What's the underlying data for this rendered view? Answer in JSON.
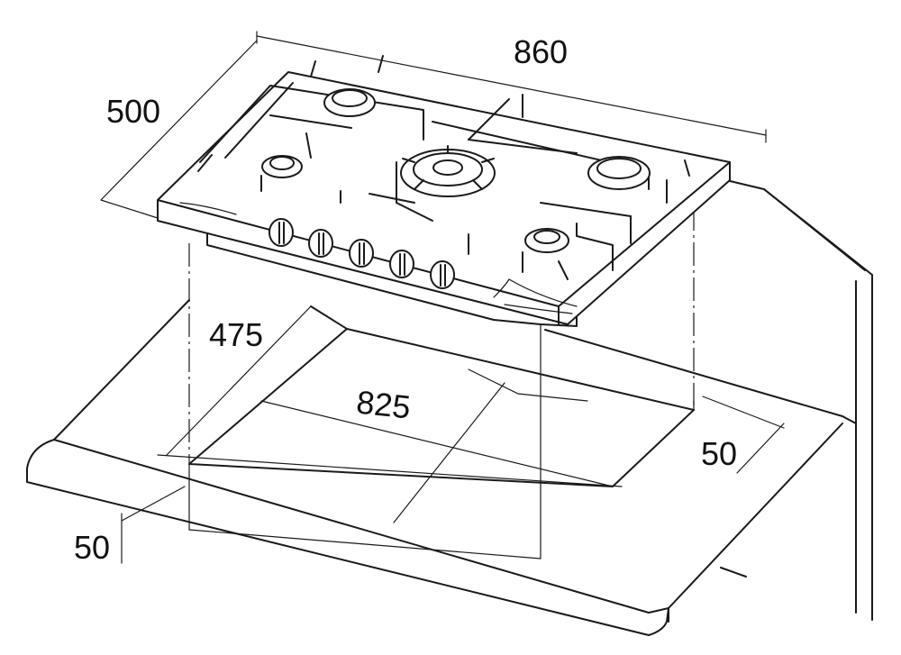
{
  "dimensions": {
    "hob_width": "860",
    "hob_depth": "500",
    "cutout_depth": "475",
    "cutout_width": "825",
    "clearance_right": "50",
    "clearance_front": "50"
  },
  "colors": {
    "stroke": "#1a1a1a",
    "background": "#ffffff"
  }
}
